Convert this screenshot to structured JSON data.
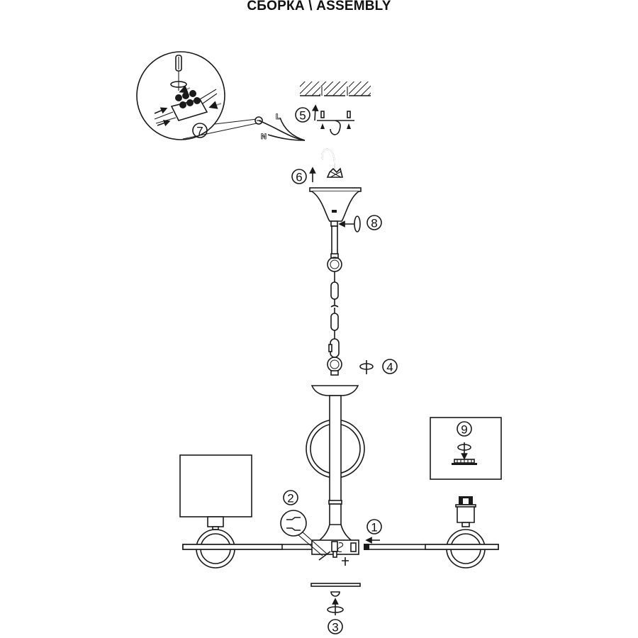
{
  "title": "СБОРКА \\ ASSEMBLY",
  "steps": [
    {
      "number": "1",
      "label": "1"
    },
    {
      "number": "2",
      "label": "2"
    },
    {
      "number": "3",
      "label": "3"
    },
    {
      "number": "4",
      "label": "4"
    },
    {
      "number": "5",
      "label": "5"
    },
    {
      "number": "6",
      "label": "6"
    },
    {
      "number": "7",
      "label": "7"
    },
    {
      "number": "8",
      "label": "8"
    },
    {
      "number": "9",
      "label": "9"
    }
  ],
  "wire_labels": {
    "live": "L",
    "neutral": "N"
  },
  "colors": {
    "line": "#1a1a1a",
    "background": "#ffffff",
    "arrow_gray": "#9a9a9a"
  }
}
